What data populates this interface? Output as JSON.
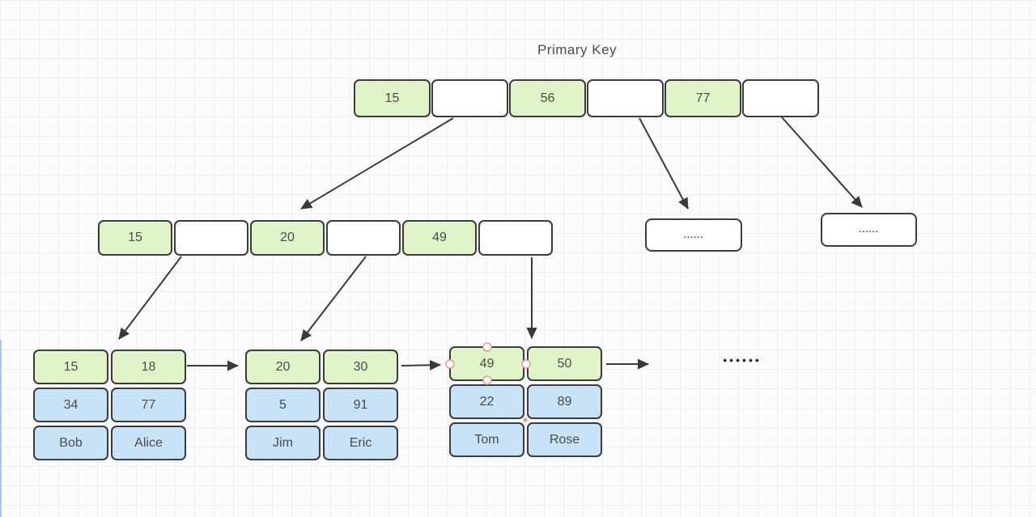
{
  "title": {
    "text": "Primary Key"
  },
  "colors": {
    "key_cell_fill": "#e1f3c9",
    "data_cell_fill": "#c8e2f7",
    "empty_cell_fill": "#ffffff",
    "shape_border": "#3b3b3b",
    "arrow": "#3a3a3a",
    "text": "#4b4b4b",
    "selection_handle": "#e59c96",
    "canvas_background": "#fcfbfc"
  },
  "root_node": {
    "cells": [
      {
        "value": "15"
      },
      {
        "value": ""
      },
      {
        "value": "56"
      },
      {
        "value": ""
      },
      {
        "value": "77"
      },
      {
        "value": ""
      }
    ]
  },
  "internal_node": {
    "cells": [
      {
        "value": "15"
      },
      {
        "value": ""
      },
      {
        "value": "20"
      },
      {
        "value": ""
      },
      {
        "value": "49"
      },
      {
        "value": ""
      }
    ]
  },
  "ellipsis_node_left": {
    "label": "......"
  },
  "ellipsis_node_right": {
    "label": "......"
  },
  "leaf_nodes": [
    {
      "keys": [
        "15",
        "18"
      ],
      "values": [
        "34",
        "77"
      ],
      "names": [
        "Bob",
        "Alice"
      ]
    },
    {
      "keys": [
        "20",
        "30"
      ],
      "values": [
        "5",
        "91"
      ],
      "names": [
        "Jim",
        "Eric"
      ]
    },
    {
      "keys": [
        "49",
        "50"
      ],
      "values": [
        "22",
        "89"
      ],
      "names": [
        "Tom",
        "Rose"
      ]
    }
  ],
  "leaf_chain_ellipsis": "●●●●●●"
}
